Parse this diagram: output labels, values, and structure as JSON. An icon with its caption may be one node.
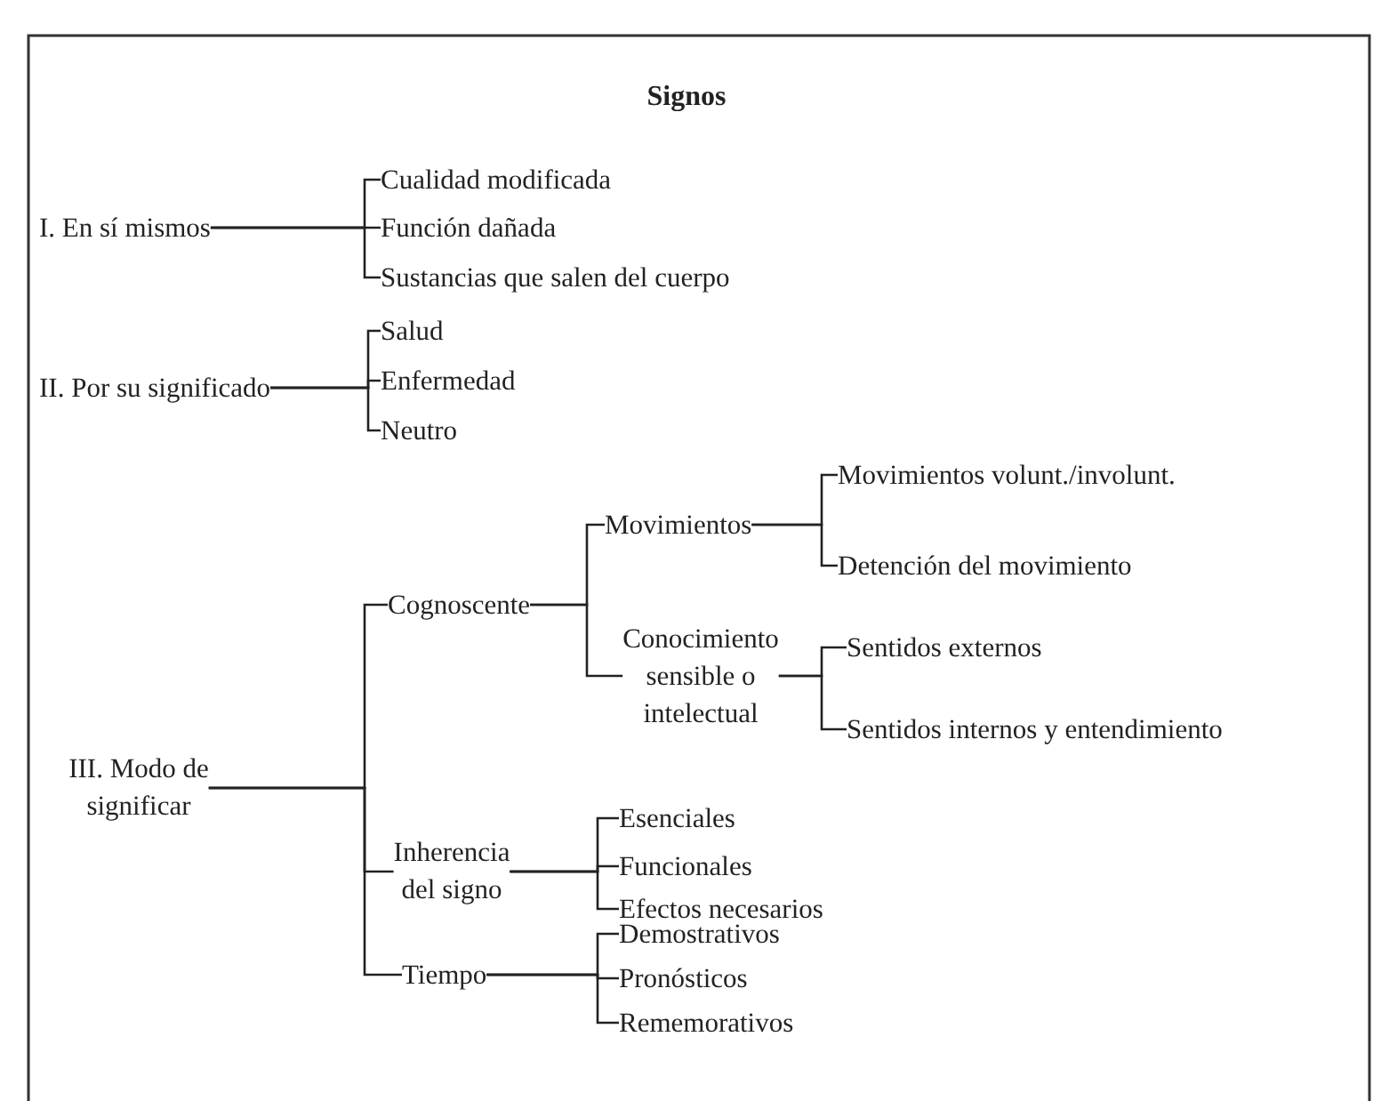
{
  "diagram": {
    "title": "Signos",
    "nodes": [
      {
        "text": [
          "I. En sí mismos"
        ]
      },
      {
        "text": [
          "Cualidad modificada"
        ]
      },
      {
        "text": [
          "Función dañada"
        ]
      },
      {
        "text": [
          "Sustancias que salen del cuerpo"
        ]
      },
      {
        "text": [
          "II. Por su significado"
        ]
      },
      {
        "text": [
          "Salud"
        ]
      },
      {
        "text": [
          "Enfermedad"
        ]
      },
      {
        "text": [
          "Neutro"
        ]
      },
      {
        "text": [
          "III. Modo de significar"
        ]
      },
      {
        "text": [
          "Cognoscente"
        ]
      },
      {
        "text": [
          "Movimientos"
        ]
      },
      {
        "text": [
          "Movimientos volunt./involunt."
        ]
      },
      {
        "text": [
          "Detención del movimiento"
        ]
      },
      {
        "text": [
          "Conocimiento sensible o intelectual"
        ]
      },
      {
        "text": [
          "Sentidos externos"
        ]
      },
      {
        "text": [
          "Sentidos internos y entendimiento"
        ]
      },
      {
        "text": [
          "Inherencia del signo"
        ]
      },
      {
        "text": [
          "Esenciales"
        ]
      },
      {
        "text": [
          "Funcionales"
        ]
      },
      {
        "text": [
          "Efectos necesarios"
        ]
      },
      {
        "text": [
          "Tiempo"
        ]
      },
      {
        "text": [
          "Demostrativos"
        ]
      },
      {
        "text": [
          "Pronósticos"
        ]
      },
      {
        "text": [
          "Rememorativos"
        ]
      }
    ],
    "edges": [
      {
        "from": 0,
        "to": 1,
        "arrow": "none"
      },
      {
        "from": 0,
        "to": 2,
        "arrow": "none"
      },
      {
        "from": 0,
        "to": 3,
        "arrow": "none"
      },
      {
        "from": 4,
        "to": 5,
        "arrow": "none"
      },
      {
        "from": 4,
        "to": 6,
        "arrow": "none"
      },
      {
        "from": 4,
        "to": 7,
        "arrow": "none"
      },
      {
        "from": 8,
        "to": 9,
        "arrow": "none"
      },
      {
        "from": 8,
        "to": 16,
        "arrow": "none"
      },
      {
        "from": 8,
        "to": 20,
        "arrow": "none"
      },
      {
        "from": 9,
        "to": 10,
        "arrow": "none"
      },
      {
        "from": 9,
        "to": 13,
        "arrow": "none"
      },
      {
        "from": 10,
        "to": 11,
        "arrow": "none"
      },
      {
        "from": 10,
        "to": 12,
        "arrow": "none"
      },
      {
        "from": 13,
        "to": 14,
        "arrow": "none"
      },
      {
        "from": 13,
        "to": 15,
        "arrow": "none"
      },
      {
        "from": 16,
        "to": 17,
        "arrow": "none"
      },
      {
        "from": 16,
        "to": 18,
        "arrow": "none"
      },
      {
        "from": 16,
        "to": 19,
        "arrow": "none"
      },
      {
        "from": 20,
        "to": 21,
        "arrow": "none"
      },
      {
        "from": 20,
        "to": 22,
        "arrow": "none"
      },
      {
        "from": 20,
        "to": 23,
        "arrow": "none"
      }
    ]
  }
}
